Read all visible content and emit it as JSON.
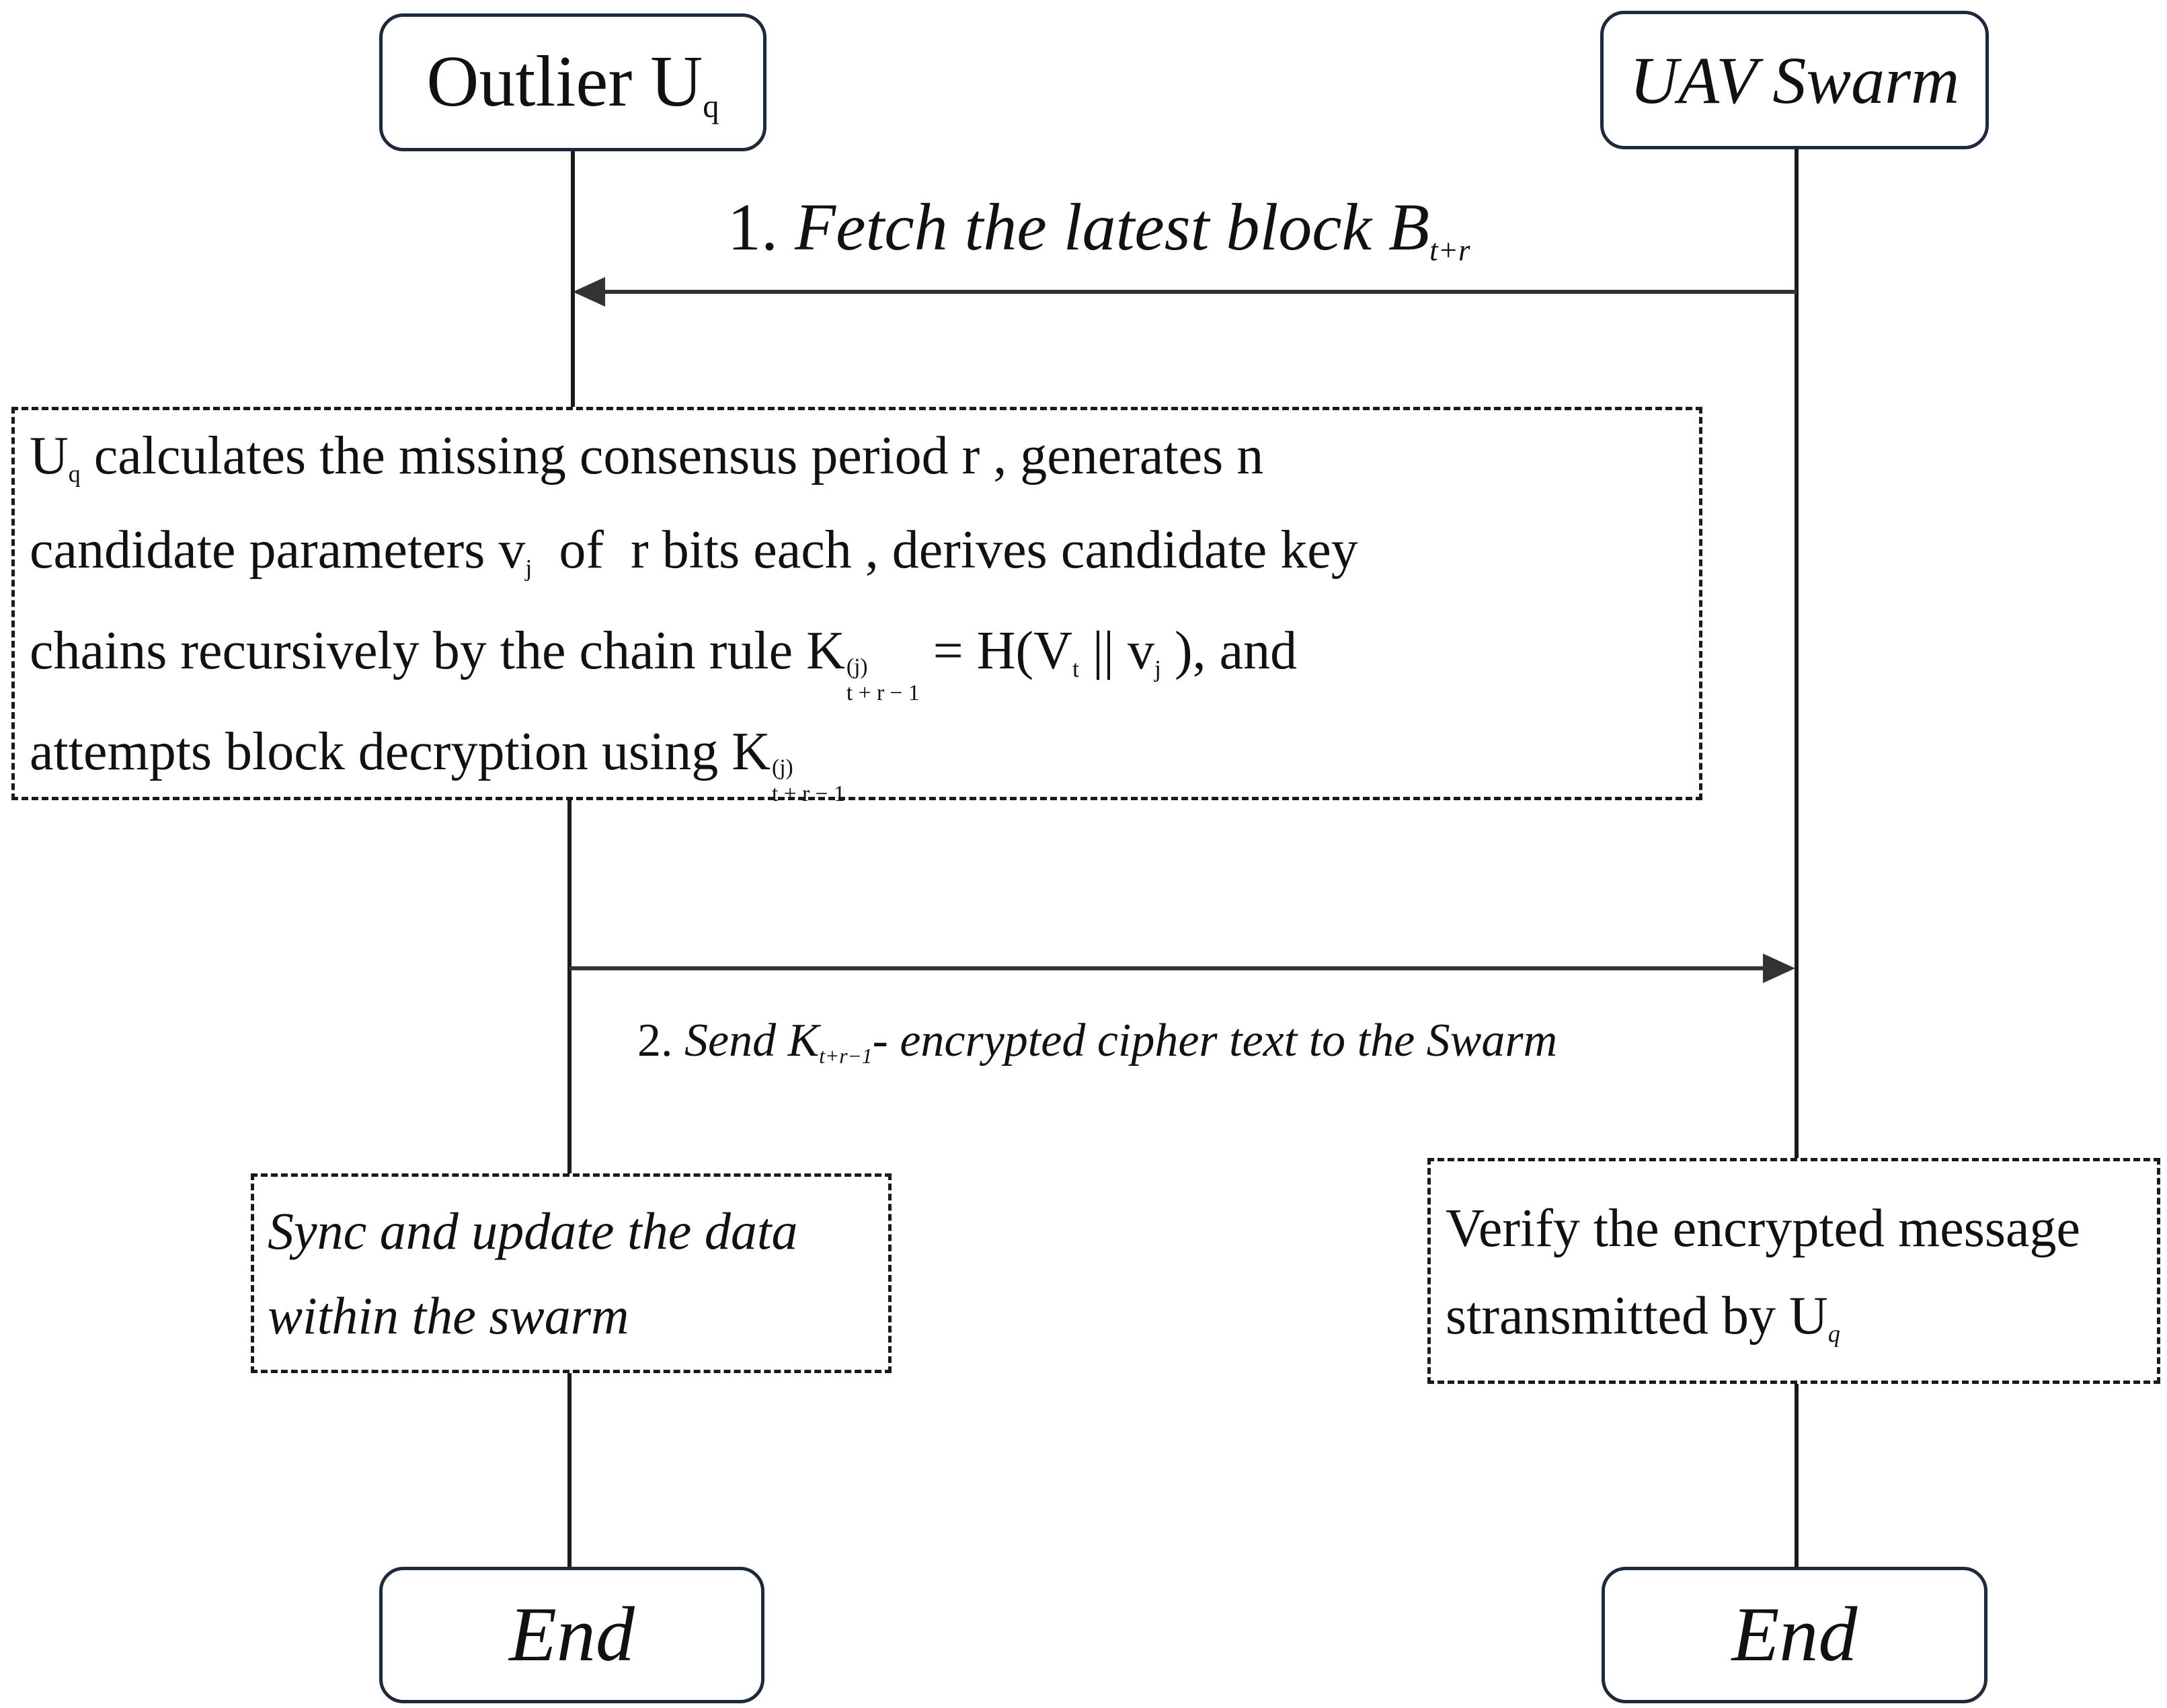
{
  "actors": {
    "outlier": {
      "name": "Outlier U",
      "name_sub": "q"
    },
    "swarm": {
      "name": "UAV Swarm"
    }
  },
  "messages": {
    "fetch": {
      "prefix": "1. ",
      "text": "Fetch the latest block B",
      "sub": "t+r"
    },
    "send": {
      "prefix": "2. ",
      "text_before": "Send K",
      "sub": "t+r−1",
      "text_after": "- encrypted cipher text to the Swarm"
    }
  },
  "process_note": {
    "line1": {
      "u": "U",
      "u_sub": "q",
      "rest": " calculates the missing consensus period r , generates n"
    },
    "line2": {
      "before": "candidate parameters v",
      "v_sub": "j",
      "after": "  of  r bits each , derives candidate key"
    },
    "line3": {
      "before": "chains recursively by the chain rule K",
      "k_sup": "(j)",
      "k_sub": "t + r − 1",
      "mid": " = H(V",
      "vt_sub": "t",
      "mid2": " || v",
      "vj_sub": "j",
      "after": " ), and"
    },
    "line4": {
      "before": "attempts block decryption using K",
      "k_sup": "(j)",
      "k_sub": "t + r − 1"
    }
  },
  "sync_note": {
    "line1": "Sync and update the data",
    "line2": "within the swarm"
  },
  "verify_note": {
    "line1": "Verify the encrypted message",
    "line2": "stransmitted by U",
    "line2_sub": "q"
  },
  "ends": {
    "left": "End",
    "right": "End"
  }
}
